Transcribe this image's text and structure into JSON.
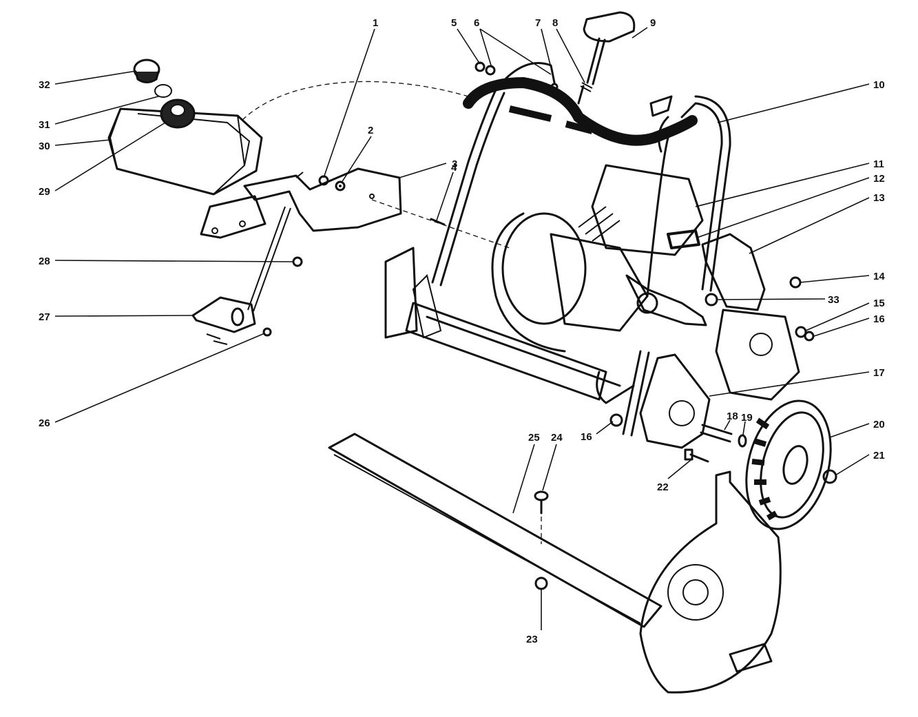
{
  "callouts": [
    {
      "id": "c1",
      "text": "1"
    },
    {
      "id": "c2",
      "text": "2"
    },
    {
      "id": "c3",
      "text": "3"
    },
    {
      "id": "c4",
      "text": "4"
    },
    {
      "id": "c5",
      "text": "5"
    },
    {
      "id": "c6",
      "text": "6"
    },
    {
      "id": "c7",
      "text": "7"
    },
    {
      "id": "c8",
      "text": "8"
    },
    {
      "id": "c9",
      "text": "9"
    },
    {
      "id": "c10",
      "text": "10"
    },
    {
      "id": "c11",
      "text": "11"
    },
    {
      "id": "c12",
      "text": "12"
    },
    {
      "id": "c13",
      "text": "13"
    },
    {
      "id": "c14",
      "text": "14"
    },
    {
      "id": "c15",
      "text": "15"
    },
    {
      "id": "c16a",
      "text": "16"
    },
    {
      "id": "c16b",
      "text": "16"
    },
    {
      "id": "c17",
      "text": "17"
    },
    {
      "id": "c18",
      "text": "18"
    },
    {
      "id": "c19",
      "text": "19"
    },
    {
      "id": "c20",
      "text": "20"
    },
    {
      "id": "c21",
      "text": "21"
    },
    {
      "id": "c22",
      "text": "22"
    },
    {
      "id": "c23",
      "text": "23"
    },
    {
      "id": "c24",
      "text": "24"
    },
    {
      "id": "c25",
      "text": "25"
    },
    {
      "id": "c26",
      "text": "26"
    },
    {
      "id": "c27",
      "text": "27"
    },
    {
      "id": "c28",
      "text": "28"
    },
    {
      "id": "c29",
      "text": "29"
    },
    {
      "id": "c30",
      "text": "30"
    },
    {
      "id": "c31",
      "text": "31"
    },
    {
      "id": "c32",
      "text": "32"
    },
    {
      "id": "c33",
      "text": "33"
    }
  ]
}
